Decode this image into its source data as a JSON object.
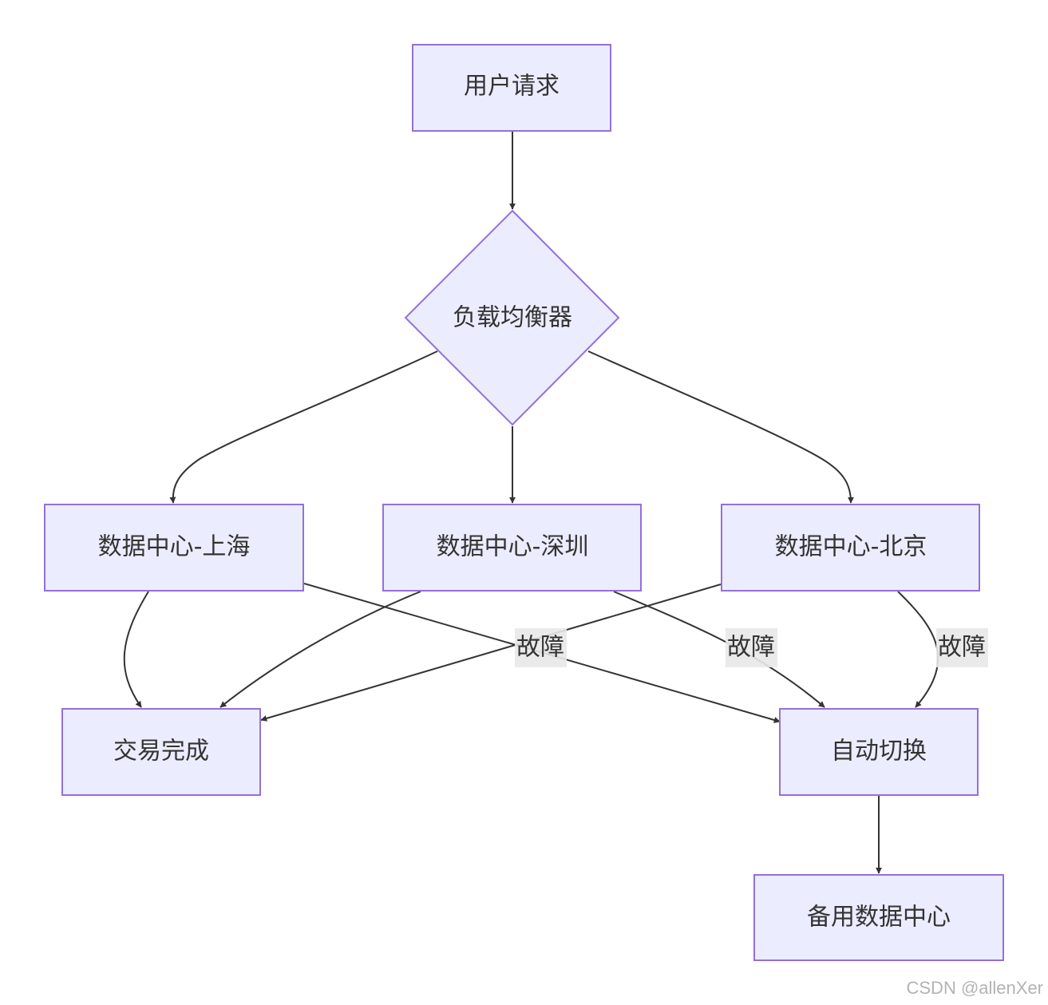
{
  "nodes": {
    "user_request": "用户请求",
    "load_balancer": "负载均衡器",
    "dc_shanghai": "数据中心-上海",
    "dc_shenzhen": "数据中心-深圳",
    "dc_beijing": "数据中心-北京",
    "transaction_done": "交易完成",
    "auto_switch": "自动切换",
    "backup_dc": "备用数据中心"
  },
  "edges": {
    "fault_label_shanghai": "故障",
    "fault_label_shenzhen": "故障",
    "fault_label_beijing": "故障"
  },
  "colors": {
    "node_fill": "#ECECFF",
    "node_stroke": "#9370DB",
    "edge": "#333333",
    "label_bg": "#e8e8e8"
  },
  "watermark": "CSDN @allenXer"
}
